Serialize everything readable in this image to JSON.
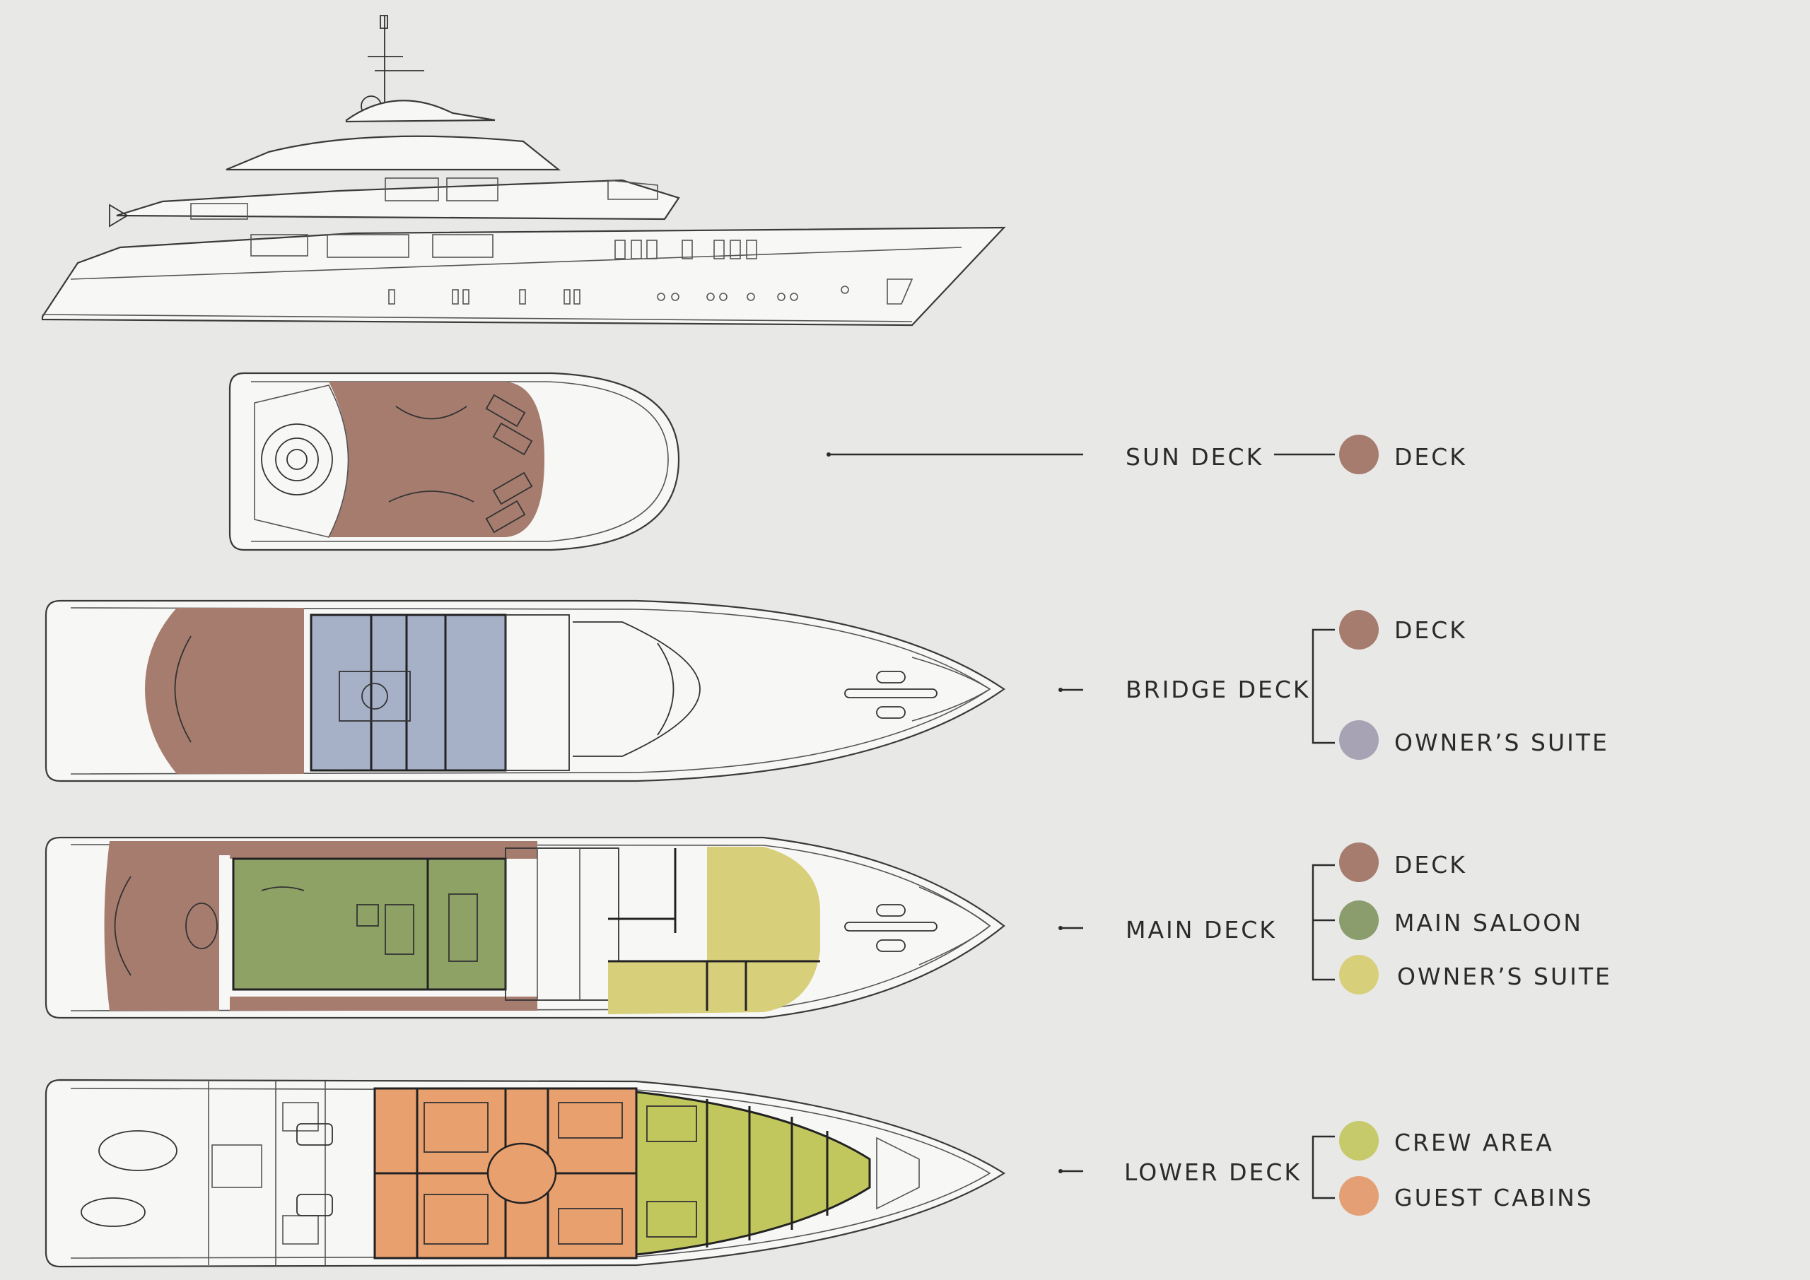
{
  "legend": {
    "sun_deck": {
      "title": "SUN DECK",
      "items": [
        {
          "label": "DECK",
          "color": "#a67c6e"
        }
      ]
    },
    "bridge_deck": {
      "title": "BRIDGE DECK",
      "items": [
        {
          "label": "DECK",
          "color": "#a67c6e"
        },
        {
          "label": "OWNER’S SUITE",
          "color": "#a8a2b5"
        }
      ]
    },
    "main_deck": {
      "title": "MAIN DECK",
      "items": [
        {
          "label": "DECK",
          "color": "#a67c6e"
        },
        {
          "label": "MAIN SALOON",
          "color": "#8b9d6c"
        },
        {
          "label": "OWNER’S SUITE",
          "color": "#d8cf7b"
        }
      ]
    },
    "lower_deck": {
      "title": "LOWER DECK",
      "items": [
        {
          "label": "CREW AREA",
          "color": "#c7ca6a"
        },
        {
          "label": "GUEST CABINS",
          "color": "#e59f74"
        }
      ]
    }
  },
  "colors": {
    "background": "#e8e8e7",
    "deck": "#a67c6e",
    "owner_suite_bridge": "#a6b1c8",
    "main_saloon": "#8fa266",
    "owner_suite_main": "#d8cf7b",
    "crew_area": "#c2c75d",
    "guest_cabins": "#e9a06f"
  }
}
